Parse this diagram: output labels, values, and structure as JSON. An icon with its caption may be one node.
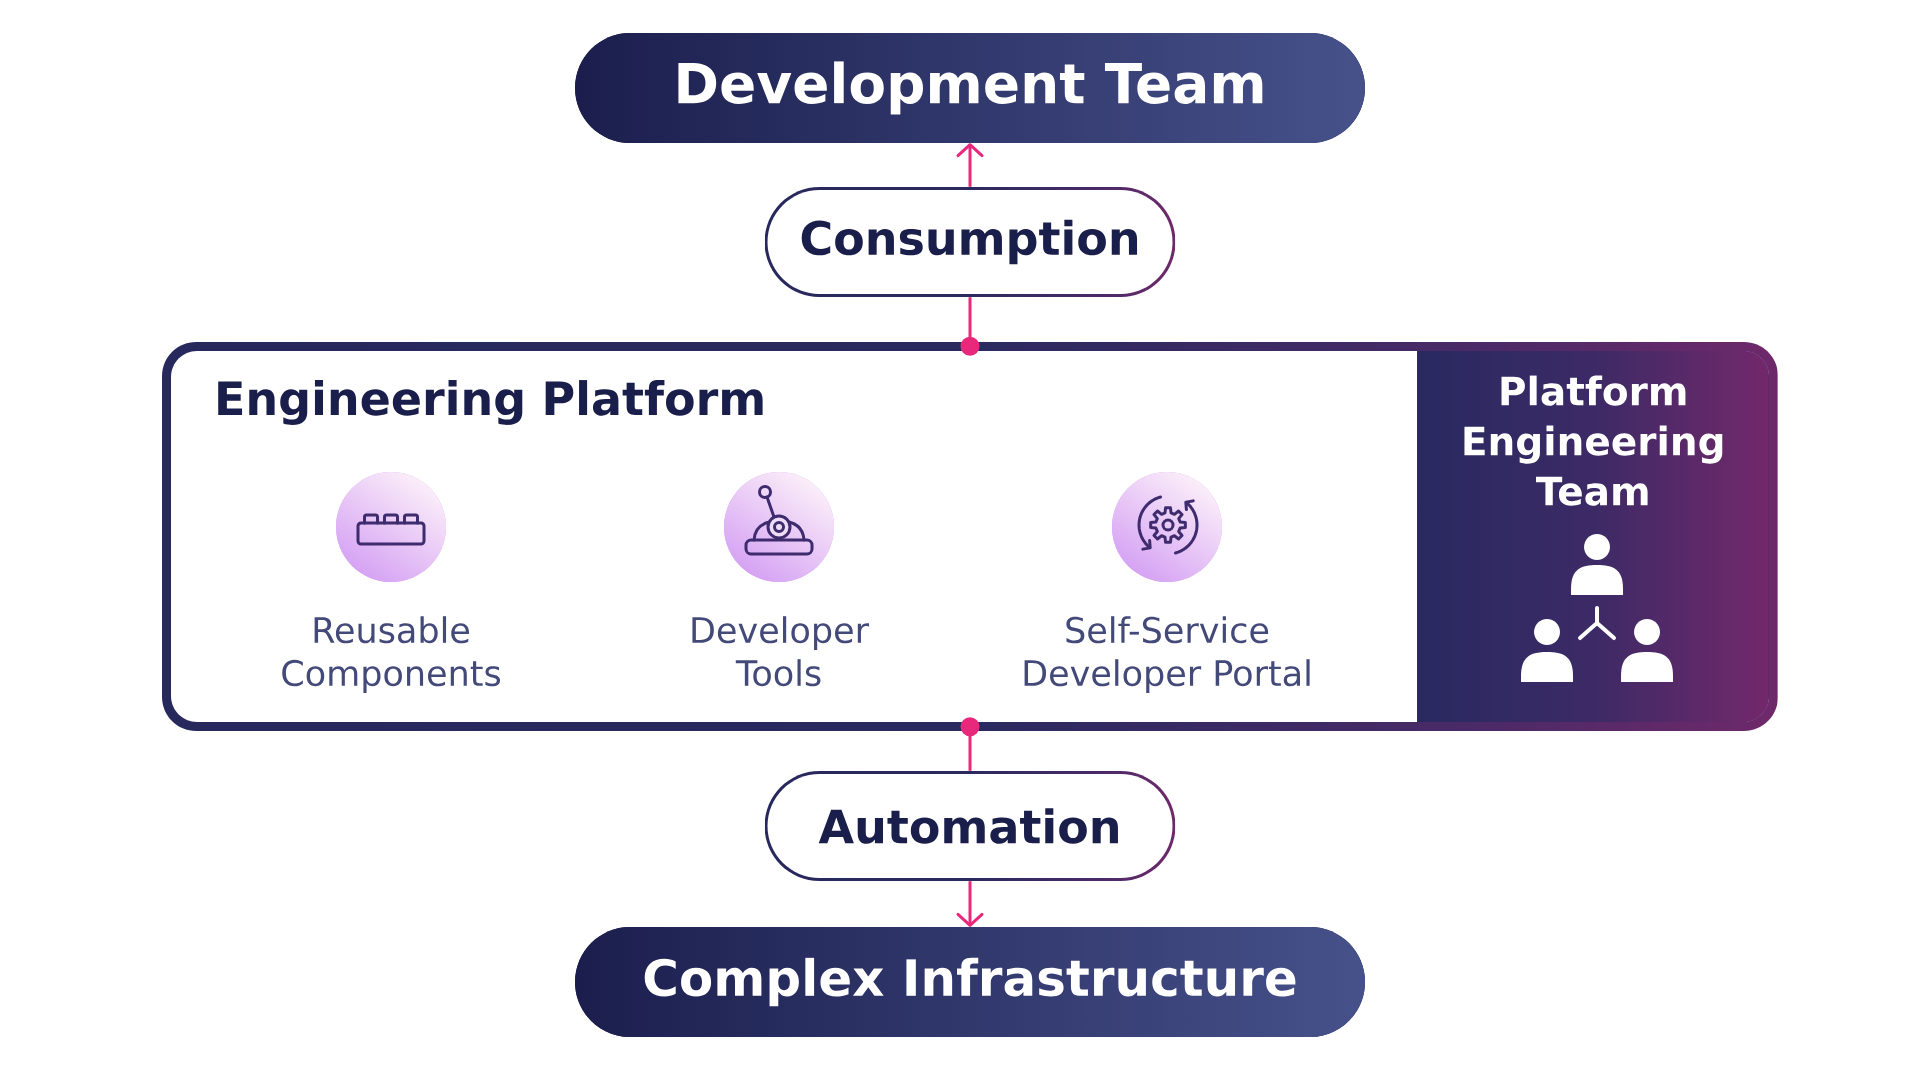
{
  "diagram": {
    "nodes": [
      {
        "text": [
          "Development Team"
        ]
      },
      {
        "text": [
          "Consumption"
        ]
      },
      {
        "text": [
          "Engineering Platform"
        ]
      },
      {
        "text": [
          "Reusable Components"
        ],
        "in": 2
      },
      {
        "text": [
          "Developer Tools"
        ],
        "in": 2
      },
      {
        "text": [
          "Self-Service Developer Portal"
        ],
        "in": 2
      },
      {
        "text": [
          "Platform Engineering Team"
        ],
        "in": 2
      },
      {
        "text": [
          "Automation"
        ]
      },
      {
        "text": [
          "Complex Infrastructure"
        ]
      }
    ],
    "edges": [
      {
        "from": 1,
        "to": 0,
        "arrow": "to"
      },
      {
        "from": 2,
        "to": 1,
        "arrow": "other"
      },
      {
        "from": 2,
        "to": 7,
        "arrow": "other"
      },
      {
        "from": 7,
        "to": 8,
        "arrow": "to"
      }
    ]
  }
}
